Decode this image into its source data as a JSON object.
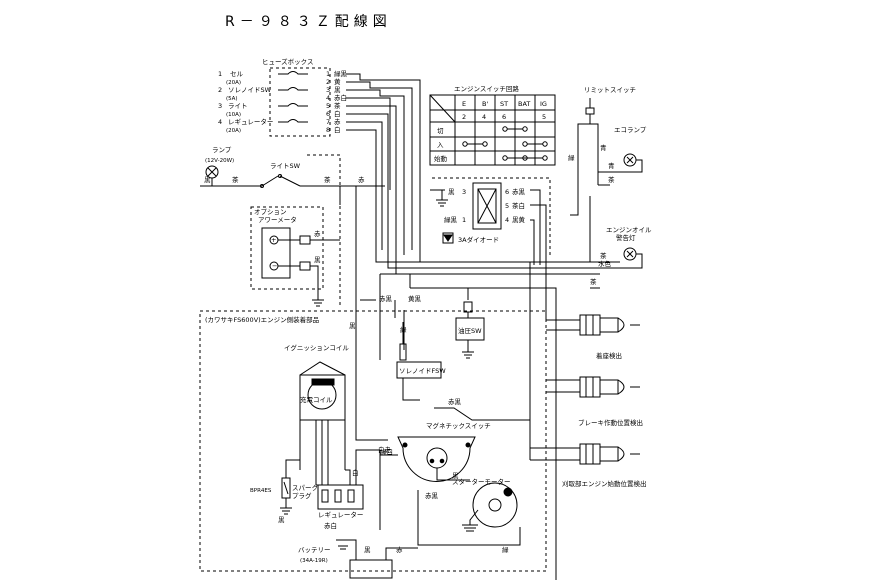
{
  "title": "R－９８３Ｚ配線図",
  "fuse_box": {
    "heading": "ヒューズボックス",
    "items": [
      {
        "num": "1",
        "label": "セル",
        "rating": "(20A)"
      },
      {
        "num": "2",
        "label": "ソレノイドSW",
        "rating": "(5A)"
      },
      {
        "num": "3",
        "label": "ライト",
        "rating": "(10A)"
      },
      {
        "num": "4",
        "label": "レギュレーター",
        "rating": "(20A)"
      }
    ],
    "terminals": [
      {
        "num": "1",
        "color": "緑黒"
      },
      {
        "num": "2",
        "color": "黄"
      },
      {
        "num": "3",
        "color": "黒"
      },
      {
        "num": "4",
        "color": "赤白"
      },
      {
        "num": "5",
        "color": "茶"
      },
      {
        "num": "6",
        "color": "白"
      },
      {
        "num": "7",
        "color": "赤"
      },
      {
        "num": "8",
        "color": "白"
      }
    ]
  },
  "switch_table": {
    "heading": "エンジンスイッチ回路",
    "cols": [
      "E",
      "B'",
      "ST",
      "BAT",
      "IG"
    ],
    "nums": [
      "2",
      "4",
      "6",
      "",
      "5"
    ],
    "rows": [
      "切",
      "入",
      "始動"
    ]
  },
  "lamp": {
    "label": "ランプ",
    "spec": "(12V-20W)"
  },
  "light_sw": "ライトSW",
  "option": {
    "label": "オプション",
    "sub": "アワーメータ"
  },
  "relay": {
    "left": [
      {
        "color": "黒",
        "num": "3"
      },
      {
        "color": "緑黒",
        "num": "1"
      }
    ],
    "right": [
      {
        "num": "6",
        "color": "赤黒"
      },
      {
        "num": "5",
        "color": "茶白"
      },
      {
        "num": "4",
        "color": "黒黄"
      }
    ],
    "diode": "3Aダイオード"
  },
  "limit_switch": "リミットスイッチ",
  "eco_lamp": "エコランプ",
  "oil_lamp": {
    "line1": "エンジンオイル",
    "line2": "警告灯"
  },
  "engine_box": "(カワサキFS600V)エンジン側装着部品",
  "ignition_coil": "イグニッションコイル",
  "charge_coil": "充電コイル",
  "solenoid": "ソレノイドFSW",
  "oil_sw": "油圧SW",
  "magneto_sw": "マグネチックスイッチ",
  "starter": "スターターモーター",
  "spark_plug": {
    "line1": "スパーク",
    "line2": "プラグ"
  },
  "regulator": "レギュレーター",
  "battery": {
    "label": "バッテリー",
    "spec": "(34A-19R)"
  },
  "bpr4es": "BPR4ES",
  "detect1": "着座検出",
  "detect2": "ブレーキ作動位置検出",
  "detect3": "刈取部エンジン始動位置検出",
  "wires": {
    "black": "黒",
    "green": "緑",
    "red": "赤",
    "red_black": "赤黒",
    "yellow": "黄",
    "green_black": "緑黒",
    "brown": "茶",
    "white": "白",
    "red_white": "赤白",
    "yellow_black": "黄黒",
    "white_red": "白赤",
    "green_white": "緑白",
    "blue": "青",
    "light_blue": "水色"
  }
}
